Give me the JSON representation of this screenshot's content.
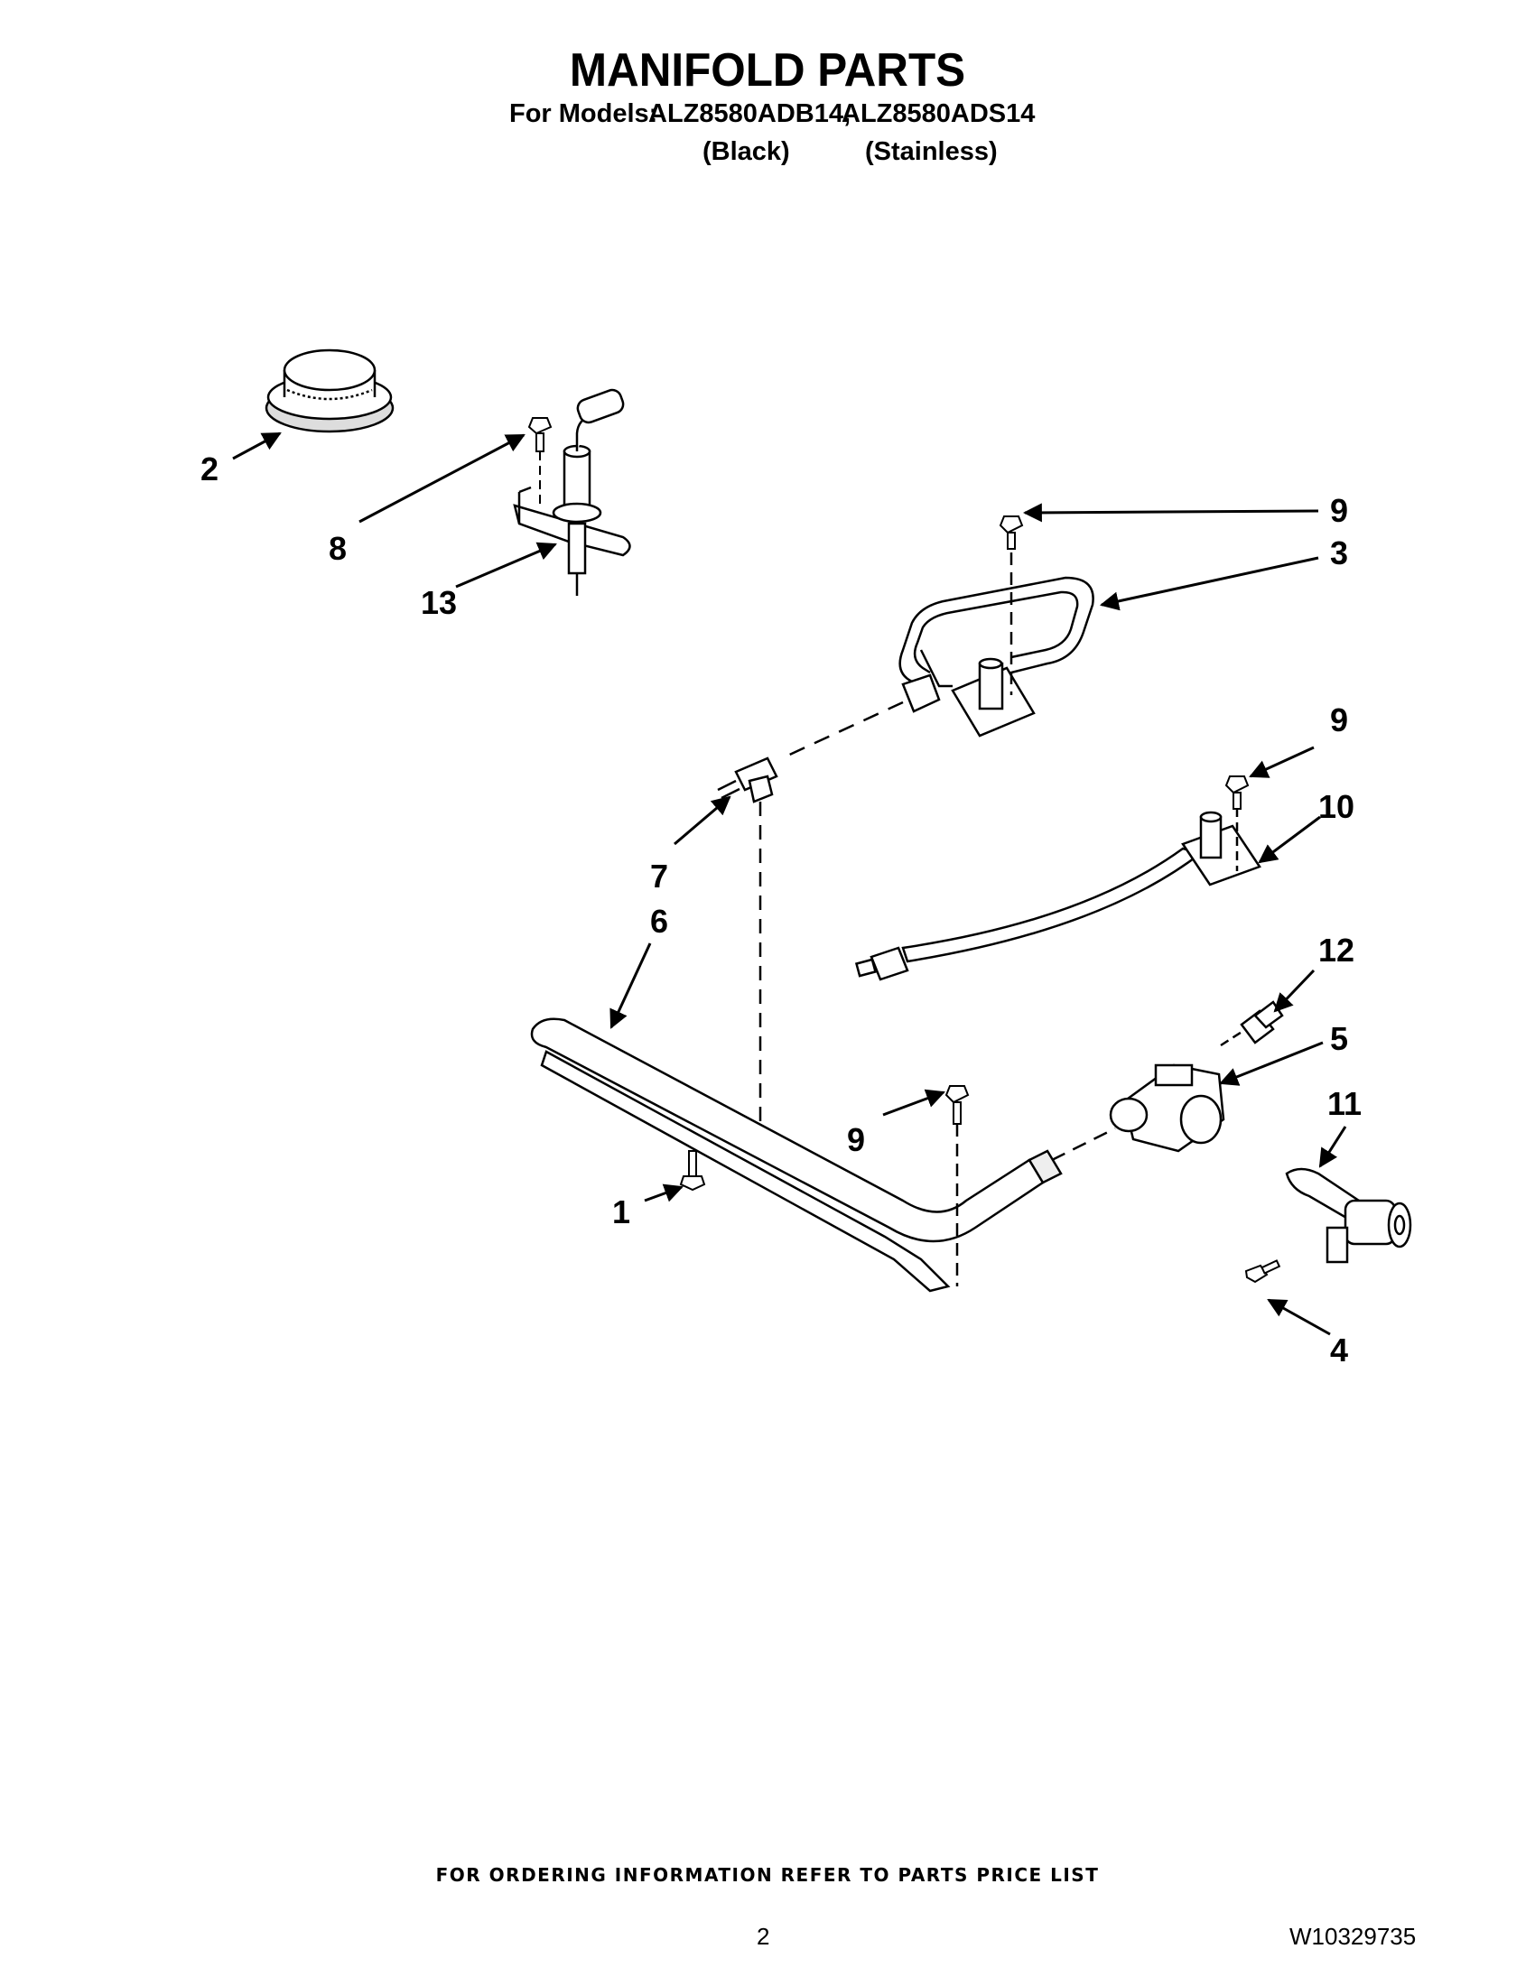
{
  "header": {
    "title": "MANIFOLD PARTS",
    "models_label": "For Models:",
    "model_1": "ALZ8580ADB14,",
    "model_2": "ALZ8580ADS14",
    "variant_1": "(Black)",
    "variant_2": "(Stainless)"
  },
  "callouts": {
    "c1": "1",
    "c2": "2",
    "c3": "3",
    "c4": "4",
    "c5": "5",
    "c6": "6",
    "c7": "7",
    "c8": "8",
    "c9a": "9",
    "c9b": "9",
    "c9c": "9",
    "c10": "10",
    "c11": "11",
    "c12": "12",
    "c13": "13"
  },
  "footer": {
    "ordering_note": "FOR ORDERING INFORMATION REFER TO PARTS PRICE LIST",
    "page_number": "2",
    "document_code": "W10329735"
  }
}
